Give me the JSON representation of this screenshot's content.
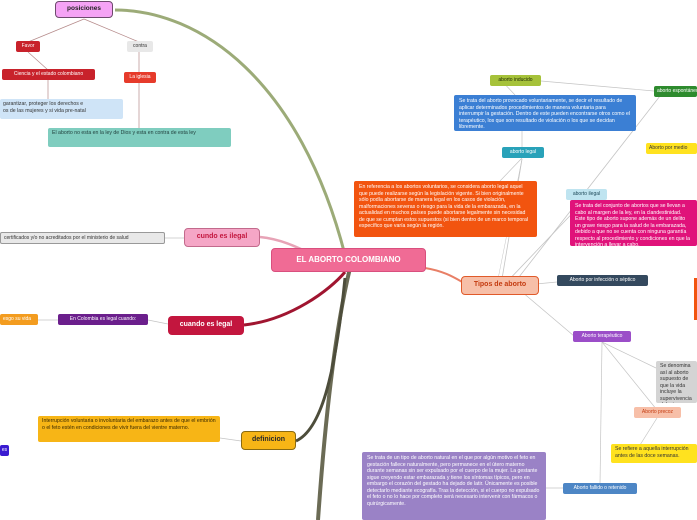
{
  "central": "EL  ABORTO COLOMBIANO",
  "left": {
    "posiciones": "posiciones",
    "favor": "Favor",
    "contra": "contra",
    "ciencia": "Ciencia y el estado colombiano",
    "iglesia": "La iglesia",
    "garantizar": "garantizar, proteger los derechos e\nos de las mujeres y si vida pre-natal",
    "no_esta": "El aborto no esta en  la ley de Dios y esta en contra de esta ley",
    "cuando_ilegal": "cundo es ilegal",
    "certificados": "certificados y/o no acreditados por el ministerio de salud",
    "cuando_legal": "cuando es legal",
    "en_colombia": "En Colombia es legal cuando:",
    "riesgo": "esgo su vida",
    "definicion": "definicion",
    "definicion_text": "Interrupción voluntaria o involuntaria del embarazo antes de que el embrión o el feto estén en condiciones de vivir fuera del vientre materno.",
    "cut_tag": "es"
  },
  "right": {
    "tipos": "Tipos de aborto",
    "inducido": "aborto inducido",
    "inducido_text": "Se trata del aborto provocado voluntariamente, se decir el resultado de aplicar determinados procedimientos de manera voluntaria para interrumpir la gestación. Dentro de este pueden encontrarse otros como el terapéutico, los que son resultado de violación o los que se decidan libremente.",
    "legal": "aborto legal",
    "legal_text": "En referencia a los abortos voluntarios, se considera aborto legal aquel que puede realizarse según la legislación vigente. Si bien originalmente sólo podía abortarse de manera legal en los casos de violación, malformaciones severas o riesgo para la vida de la embarazada, en la actualidad en muchos países puede abortarse legalmente sin necesidad de que se cumplan estos supuestos (si bien dentro de un marco temporal específico que varía según la región.",
    "ilegal": "aborto ilegal",
    "ilegal_text": "Se trata del conjunto de abortos que se llevan a cabo al margen de la ley, en la clandestinidad. Este tipo de aborto supone además de un delito un grave riesgo para la salud de la embarazada, debido a que no se cuenta con ninguna garantía respecto al procedimiento y condiciones en que la intervención a llevar a cabo.",
    "espontaneo": "aborto espontáneo",
    "por_medio": "Aborto por medio",
    "infeccion": "Aborto por infección o séptico",
    "terapeutico": "Aborto terapéutico",
    "terapeutico_text": "Se denomina así al aborto supuesto de que la vida incluye la supervivencia del mismo modo que la presencia de alteraciones imposibilitan la vida",
    "precoz": "Aborto precoz",
    "precoz_text": "Se refiere a aquella interrupción antes de las doce semanas.",
    "fallido": "Aborto fallido o retenido",
    "fallido_text": "Se trata de un tipo de aborto natural en el que por algún motivo el feto en gestación fallece naturalmente, pero permanece en el útero materno durante semanas sin ser expulsado por el cuerpo de la mujer. La gestante sigue creyendo estar embarazada y tiene los síntomas típicos, pero en embargo el corazón del gestado ha dejado de latir. Únicamente es posible detectarlo mediante ecografía. Tras la detección, si el cuerpo no expulsado el feto o no lo hace por completo será necesario intervenir con fármacos o quirúrgicamente."
  },
  "colors": {
    "central": "#f06b95",
    "posiciones": "#f5a3f5",
    "red": "#c8222b",
    "grey": "#e8e8e8",
    "light_blue": "#cfe4f7",
    "teal": "#7fcdbf",
    "pink": "#f5a6c6",
    "crimson": "#c3163e",
    "purple": "#6b1f8c",
    "orange": "#f39c1f",
    "gold": "#f7b516",
    "olive": "#a6c23a",
    "blue": "#3b7fd4",
    "teal_tag": "#29a2b9",
    "orange_red": "#f2540f",
    "light_cyan": "#bfe4f0",
    "magenta": "#e0127a",
    "green": "#2e8b2e",
    "yellow": "#ffe21f",
    "dark_slate": "#34495e",
    "violet": "#9b4ec8",
    "grey_box": "#d4d4d4",
    "salmon": "#f7bfa8",
    "lavender": "#9a82c6",
    "steel": "#4d86c5",
    "indigo": "#3a1bd1"
  }
}
